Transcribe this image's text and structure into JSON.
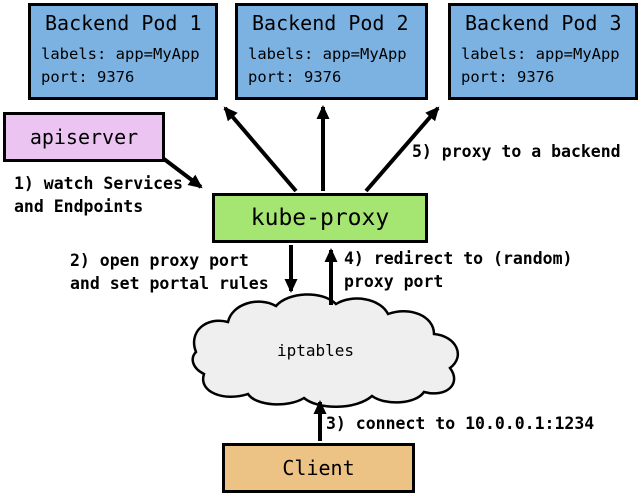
{
  "pods": [
    {
      "title": "Backend Pod 1",
      "labels": "labels: app=MyApp",
      "port": "port: 9376"
    },
    {
      "title": "Backend Pod 2",
      "labels": "labels: app=MyApp",
      "port": "port: 9376"
    },
    {
      "title": "Backend Pod 3",
      "labels": "labels: app=MyApp",
      "port": "port: 9376"
    }
  ],
  "nodes": {
    "apiserver": "apiserver",
    "kube_proxy": "kube-proxy",
    "iptables": "iptables",
    "client": "Client"
  },
  "annotations": {
    "step1": "1) watch Services\nand Endpoints",
    "step2": "2) open proxy port\nand set portal rules",
    "step3": "3) connect to 10.0.0.1:1234",
    "step4": "4) redirect to (random)\nproxy port",
    "step5": "5) proxy to a backend"
  },
  "colors": {
    "pod_fill": "#7cb2e2",
    "apiserver_fill": "#ecc4f2",
    "kube_proxy_fill": "#a5e673",
    "client_fill": "#ecc384",
    "cloud_fill": "#efefef",
    "outline": "#000000",
    "background": "#ffffff"
  }
}
